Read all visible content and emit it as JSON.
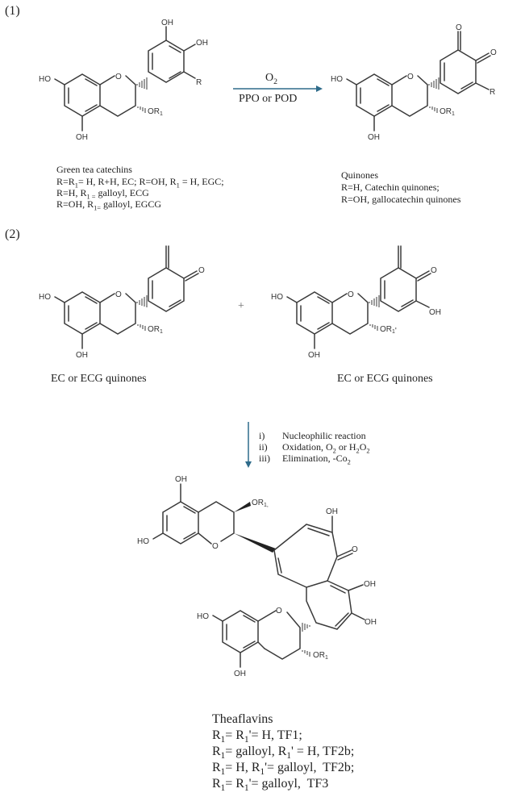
{
  "section_labels": {
    "part1": "(1)",
    "part2": "(2)"
  },
  "reaction1": {
    "reagent_above": "O2",
    "reagent_below": "PPO or POD",
    "reactant": {
      "title": "Green tea catechins",
      "lines": [
        "R=R1= H, R+H, EC; R=OH, R1 = H, EGC;",
        "R=H, R1 = galloyl, ECG",
        "R=OH, R1= galloyl, EGCG"
      ]
    },
    "product": {
      "title": "Quinones",
      "lines": [
        "R=H, Catechin quinones;",
        "R=OH,  gallocatechin quinones"
      ]
    }
  },
  "reaction2": {
    "plus": "+",
    "left_label": "EC or ECG quinones",
    "right_label": "EC or ECG quinones",
    "steps": [
      {
        "num": "i)",
        "text": "Nucleophilic reaction"
      },
      {
        "num": "ii)",
        "text": "Oxidation, O2 or H2O2"
      },
      {
        "num": "iii)",
        "text": "Elimination, -Co2"
      }
    ],
    "product": {
      "title": "Theaflavins",
      "lines": [
        "R1= R1'= H, TF1;",
        "R1= galloyl, R1' = H, TF2b;",
        "R1= H, R1'= galloyl,  TF2b;",
        "R1= R1'= galloyl,  TF3"
      ]
    }
  },
  "atom_labels": {
    "OH": "OH",
    "HO": "HO",
    "O": "O",
    "R": "R",
    "OR1": "OR1",
    "OR1p": "OR1'",
    "OR1c": "OR1,"
  },
  "colors": {
    "arrow": "#2e6b8a",
    "bond": "#3a3a3a",
    "text": "#222222",
    "background": "#ffffff"
  }
}
